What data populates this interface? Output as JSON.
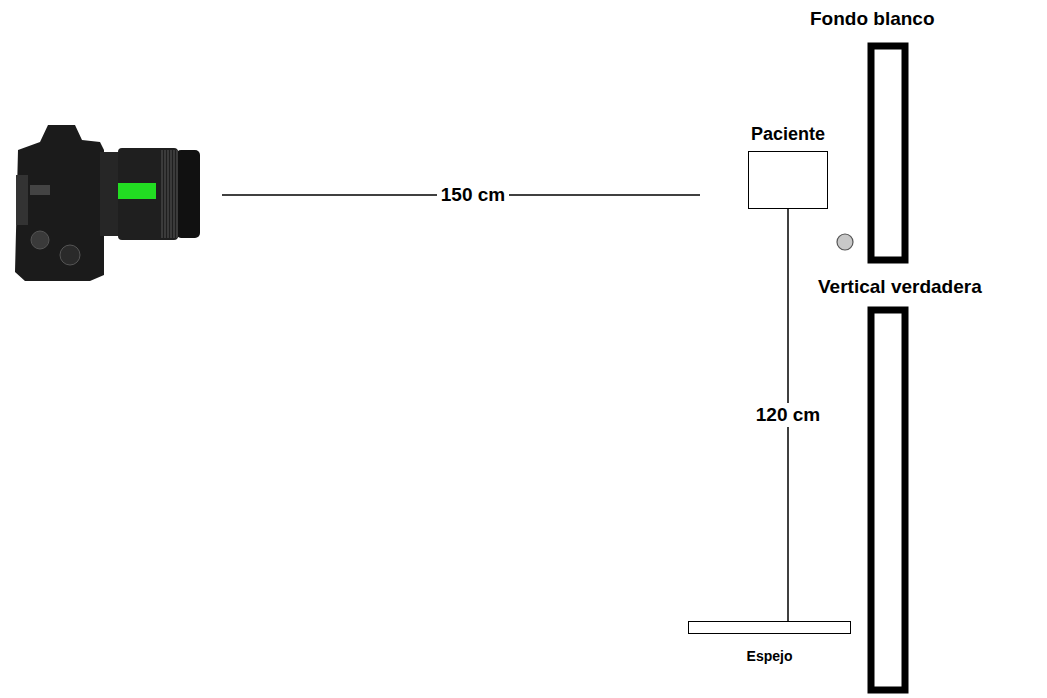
{
  "diagram": {
    "nodes": [
      {
        "text": [
          "Paciente"
        ]
      },
      {
        "text": [
          "Espejo"
        ]
      }
    ],
    "edges": [
      {
        "from": 0,
        "to": 1,
        "arrow": "none",
        "label": "120 cm"
      }
    ],
    "labels": [
      "Fondo blanco",
      "150 cm",
      "Vertical verdadera"
    ]
  }
}
